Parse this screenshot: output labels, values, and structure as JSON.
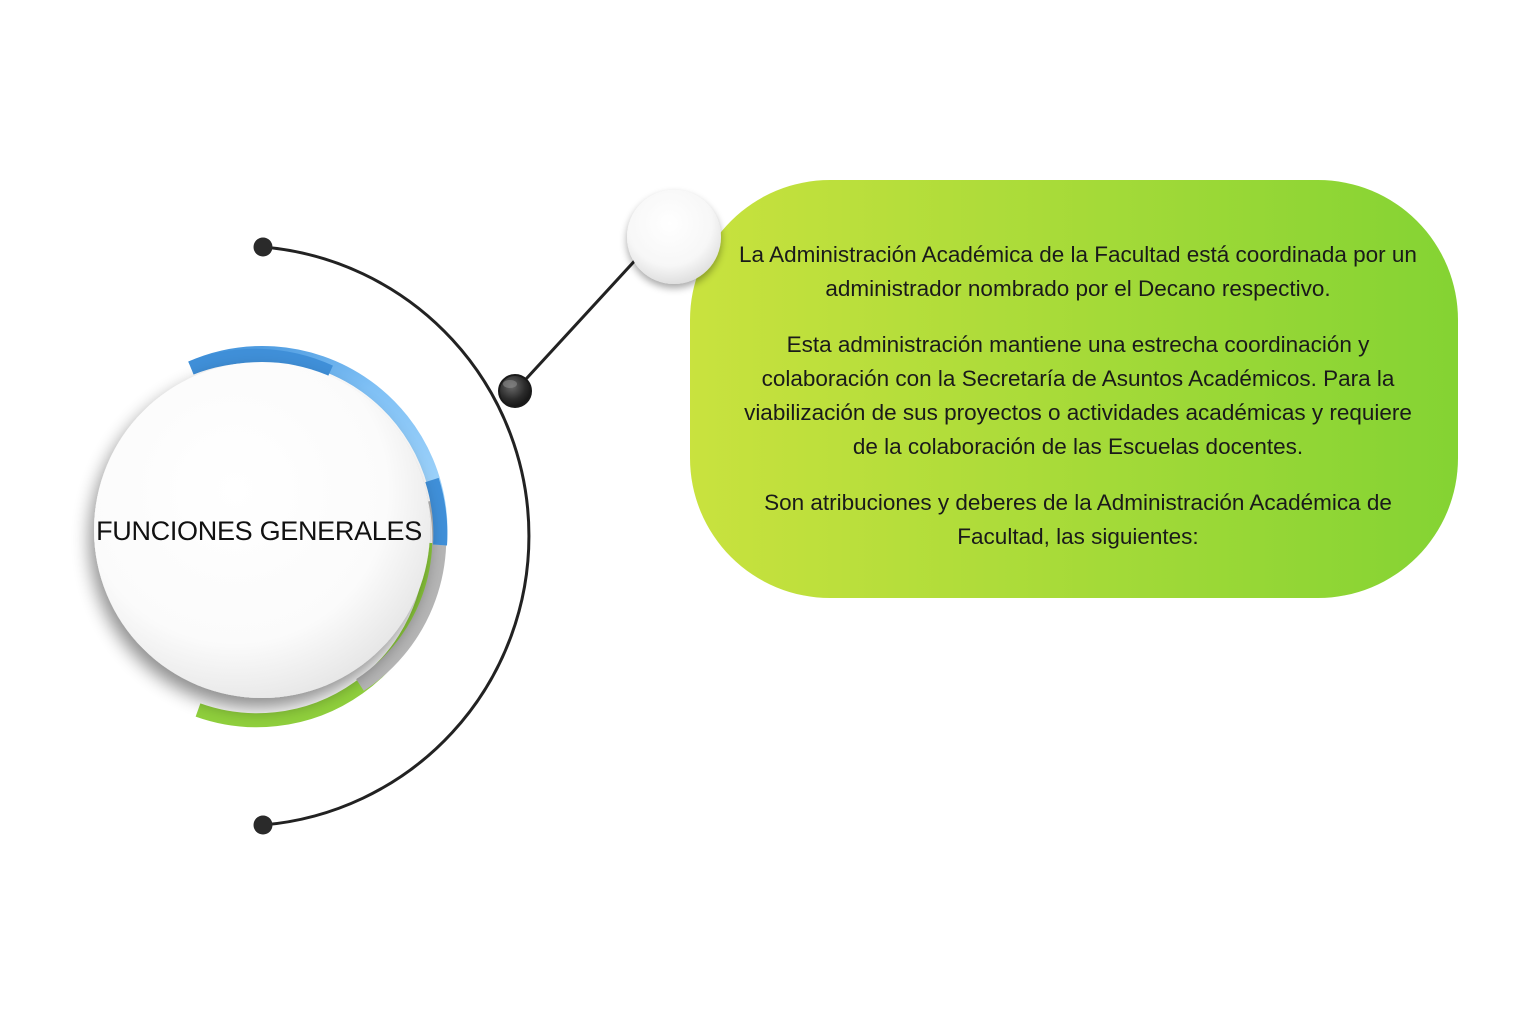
{
  "diagram": {
    "center_title": "FUNCIONES GENERALES",
    "paragraphs": [
      "La Administración Académica de la Facultad está coordinada por un administrador nombrado por el Decano respectivo.",
      "Esta administración mantiene una estrecha coordinación y colaboración con la Secretaría de Asuntos Académicos. Para la viabilización de sus proyectos o actividades académicas y requiere de la colaboración de las Escuelas docentes.",
      "Son atribuciones y deberes de la Administración Académica de Facultad, las siguientes:"
    ]
  },
  "colors": {
    "panel_gradient_start": "#c7e03c",
    "panel_gradient_end": "#86d234",
    "arc_blue_dark": "#3a8ad6",
    "arc_blue_light": "#8fcaf7",
    "arc_green": "#8fcf3c",
    "arc_gray": "#b3b3b3",
    "line": "#222222"
  }
}
